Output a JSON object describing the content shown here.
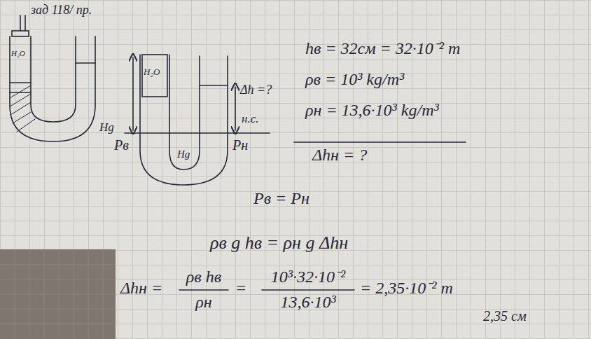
{
  "diagram": {
    "labels": [
      "зад 118/ пр.",
      "H₂O",
      "Hg",
      "H₂O",
      "Δh =?",
      "н.с.",
      "Pв",
      "Pн",
      "Hg",
      "hв = 32см = 32·10⁻² m",
      "ρв = 10³ kg/m³",
      "ρн = 13,6·10³ kg/m³",
      "Δhн = ?",
      "Pв = Pн",
      "ρв g hв = ρн g Δhн",
      "Δhн =",
      "ρв hв",
      "ρн",
      "=",
      "10³·32·10⁻²",
      "13,6·10³",
      "= 2,35·10⁻² m",
      "2,35 см"
    ]
  }
}
